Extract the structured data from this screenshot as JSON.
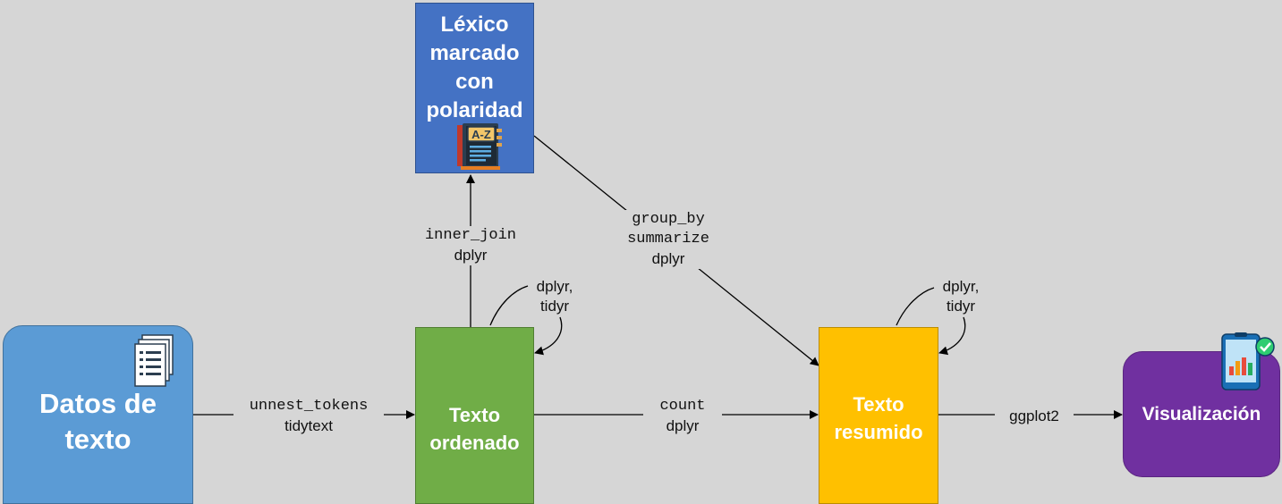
{
  "nodes": {
    "lexico": "Léxico\nmarcado\ncon\npolaridad",
    "datos": "Datos de\ntexto",
    "ordenado": "Texto\nordenado",
    "resumido": "Texto\nresumido",
    "visualizacion": "Visualización"
  },
  "edges": {
    "unnest": {
      "code": "unnest_tokens",
      "lib": "tidytext"
    },
    "inner_join": {
      "code": "inner_join",
      "lib": "dplyr"
    },
    "group_by": {
      "code1": "group_by",
      "code2": "summarize",
      "lib": "dplyr"
    },
    "count": {
      "code": "count",
      "lib": "dplyr"
    },
    "ggplot": {
      "lib": "ggplot2"
    },
    "self_ordenado": {
      "line1": "dplyr,",
      "line2": "tidyr"
    },
    "self_resumido": {
      "line1": "dplyr,",
      "line2": "tidyr"
    }
  },
  "icons": [
    "az-dictionary-icon",
    "document-list-icon",
    "chart-tablet-check-icon"
  ],
  "colors": {
    "background": "#d6d6d6",
    "lexico": "#4472c4",
    "datos": "#5b9bd5",
    "ordenado": "#70ad47",
    "resumido": "#ffc000",
    "visualizacion": "#7030a0"
  }
}
